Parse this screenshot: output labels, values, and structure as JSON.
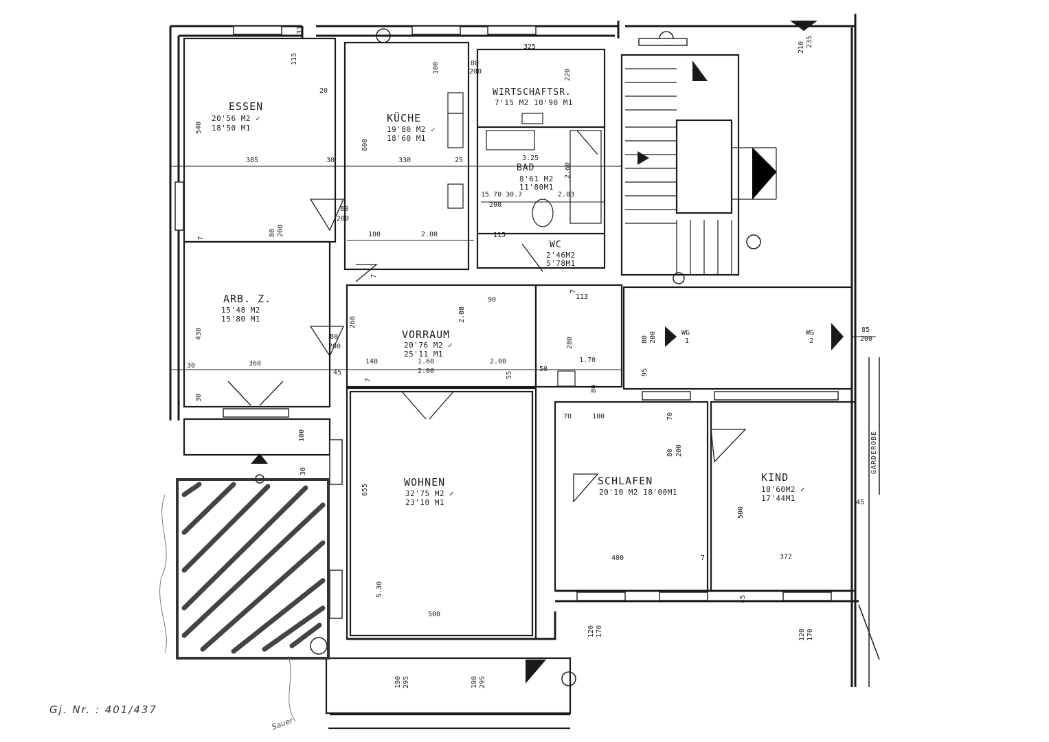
{
  "rooms": {
    "essen": {
      "name": "ESSEN",
      "area": "20'56 M2 ✓",
      "perimeter": "18'50 M1"
    },
    "kueche": {
      "name": "KÜCHE",
      "area": "19'80 M2 ✓",
      "perimeter": "18'60 M1"
    },
    "wirtschaft": {
      "name": "WIRTSCHAFTSR.",
      "area": "7'15 M2 10'90 M1"
    },
    "bad": {
      "name": "BAD",
      "area": "8'61 M2",
      "perimeter": "11'80M1"
    },
    "wc": {
      "name": "WC",
      "area": "2'46M2",
      "perimeter": "5'78M1"
    },
    "arb": {
      "name": "ARB. Z.",
      "area": "15'48 M2",
      "perimeter": "15'80 M1"
    },
    "vorraum": {
      "name": "VORRAUM",
      "area": "20'76 M2 ✓",
      "perimeter": "25'11 M1"
    },
    "wohnen": {
      "name": "WOHNEN",
      "area": "32'75 M2 ✓",
      "perimeter": "23'10 M1"
    },
    "schlafen": {
      "name": "SCHLAFEN",
      "area": "20'10 M2 18'00M1"
    },
    "kind": {
      "name": "KIND",
      "area": "18'60M2 ✓",
      "perimeter": "17'44M1"
    }
  },
  "wg": {
    "wg1": "WG",
    "wg1n": "1",
    "wg2": "WG",
    "wg2n": "2"
  },
  "dims": {
    "d325": "325",
    "d115": "115",
    "d540": "540",
    "d20": "20",
    "d385": "385",
    "d30a": "30",
    "d330": "330",
    "d25": "25",
    "d600": "600",
    "d100a": "100",
    "d80a": "80",
    "d200a": "200",
    "d220": "220",
    "d325b": "3.25",
    "d260": "2.60",
    "d15": "15 70 30.7",
    "d203": "2.03",
    "d200b": "200",
    "d80b": "80",
    "d200c": "200",
    "d100b": "100",
    "d200d": "2.00",
    "d115b": "115",
    "d80c": "80",
    "d200e": "200",
    "d430": "430",
    "d360": "360",
    "d30b": "30",
    "d30c": "30",
    "d80d": "80",
    "d200f": "200",
    "d45a": "45",
    "d268": "268",
    "d288": "2.88",
    "d90": "90",
    "d140": "140",
    "d160": "1.60",
    "d200g": "2.00",
    "d200h": "2.00",
    "d55": "55",
    "d50": "50",
    "d280": "280",
    "d113": "113",
    "d170": "1.70",
    "d85": "85",
    "d200i": "200",
    "d95": "95",
    "d70a": "70",
    "d100c": "100",
    "d70b": "70",
    "d80e": "80",
    "d200j": "200",
    "d655": "655",
    "d500a": "500",
    "d530": "5.30",
    "d100d": "100",
    "d30d": "30",
    "d80f": "80",
    "d500b": "500",
    "d400": "400",
    "d372": "372",
    "d45b": "45",
    "d45c": "45",
    "d7a": "7",
    "d120a": "120",
    "d170a": "170",
    "d120b": "120",
    "d170b": "170",
    "d190a": "190",
    "d295a": "295",
    "d190b": "190",
    "d295b": "295",
    "d210": "210",
    "d235": "235",
    "d7b": "7",
    "d7c": "7",
    "d7d": "7",
    "d7e": "7",
    "d31": "31",
    "d80g": "80",
    "d200k": "200"
  },
  "side": {
    "garderobe": "GARDEROBE"
  },
  "note": {
    "parcel": "Gj. Nr. : 401/437"
  },
  "mark": {
    "signature": "Sauer"
  }
}
